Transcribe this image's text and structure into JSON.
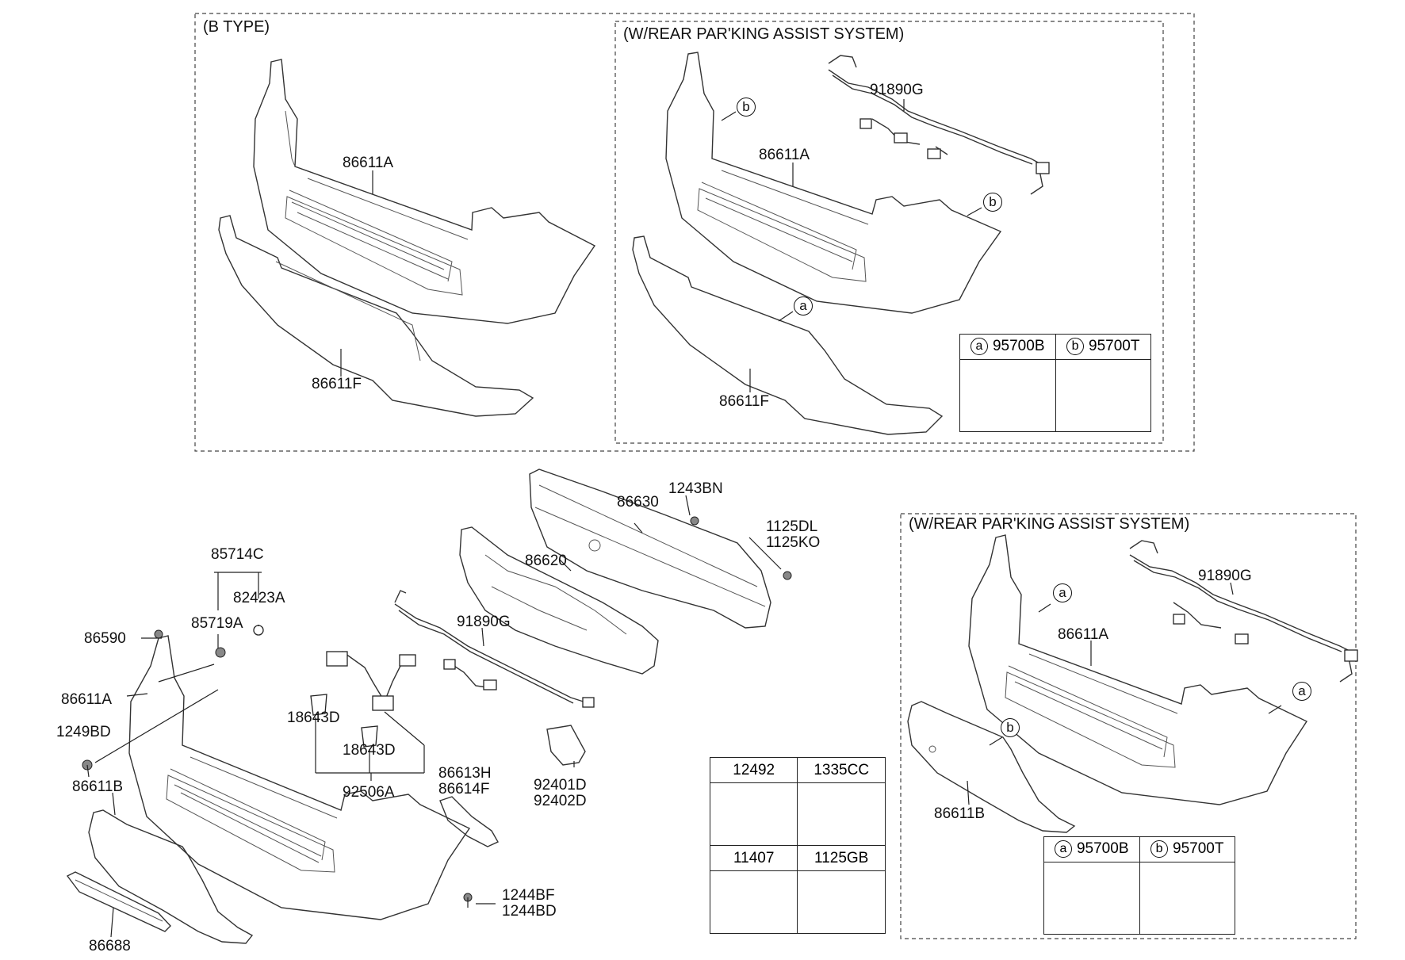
{
  "sections": {
    "b_type": "(B TYPE)",
    "wrpas_1": "(W/REAR PAR'KING ASSIST SYSTEM)",
    "wrpas_2": "(W/REAR PAR'KING ASSIST SYSTEM)"
  },
  "parts": {
    "p86611A": "86611A",
    "p86611F": "86611F",
    "p91890G": "91890G",
    "p86611B": "86611B",
    "p86630": "86630",
    "p1243BN": "1243BN",
    "p1125DL": "1125DL",
    "p1125KO": "1125KO",
    "p86620": "86620",
    "p85714C": "85714C",
    "p82423A": "82423A",
    "p85719A": "85719A",
    "p86590": "86590",
    "p1249BD": "1249BD",
    "p18643D": "18643D",
    "p92506A": "92506A",
    "p86613H": "86613H",
    "p86614F": "86614F",
    "p92401D": "92401D",
    "p92402D": "92402D",
    "p1244BF": "1244BF",
    "p1244BD": "1244BD",
    "p86688": "86688"
  },
  "callouts": {
    "a": "a",
    "b": "b"
  },
  "sensor_table": {
    "a_part": "95700B",
    "b_part": "95700T"
  },
  "fastener_table": {
    "c1": "12492",
    "c2": "1335CC",
    "c3": "11407",
    "c4": "1125GB"
  }
}
